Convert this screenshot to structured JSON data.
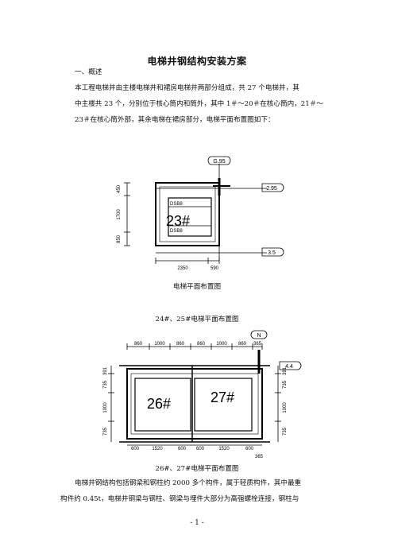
{
  "page": {
    "title": "电梯井钢结构安装方案",
    "section1": "一、概述",
    "para1_line1": "本工程电梯井由主楼电梯井和裙房电梯井两部分组成，共 27 个电梯井，其",
    "para1_line2": "中主楼共 23 个，分别位于核心筒内和筒外，其中 1＃～20＃在核心筒内，21＃～",
    "para1_line3": "23＃在核心筒外部，其余电梯在裙房部分，电梯平面布置图如下：",
    "caption1": "电梯平面布置图",
    "caption2_top": "24#、25#电梯平面布置图",
    "caption3": "26#、27#电梯平面布置图",
    "para2_line1": "电梯井钢结构包括钢梁和钢柱约 2000 多个构件，属于轻质构件，其中最重",
    "para2_line2": "构件约  0.45t，电梯井钢梁与钢柱、钢梁与埋件大部分为高强螺栓连接，钢柱与",
    "footer": "- 1 -"
  },
  "diagram1": {
    "axis_tag_top": "G.95",
    "axis_tag_right_upper": "2.95",
    "axis_tag_right_lower": "3.5",
    "elevator_label": "23#",
    "beam_upper": "DSB8",
    "beam_lower": "DSB8",
    "dim_left": [
      "450",
      "1700",
      "850"
    ],
    "dim_bottom": [
      "2350",
      "590"
    ]
  },
  "diagram2": {
    "axis_tag_top": "N",
    "axis_tag_right": "4.4",
    "label_left": "26#",
    "label_right": "27#",
    "dim_top": [
      "860",
      "1000",
      "860",
      "860",
      "1000",
      "860",
      "365"
    ],
    "dim_bottom": [
      "600",
      "1520",
      "600",
      "600",
      "1520",
      "600"
    ],
    "dim_bottom_extra": "365",
    "dim_left": [
      "391",
      "735",
      "1000",
      "735"
    ],
    "dim_right": [
      "391",
      "735",
      "1000",
      "735"
    ]
  }
}
